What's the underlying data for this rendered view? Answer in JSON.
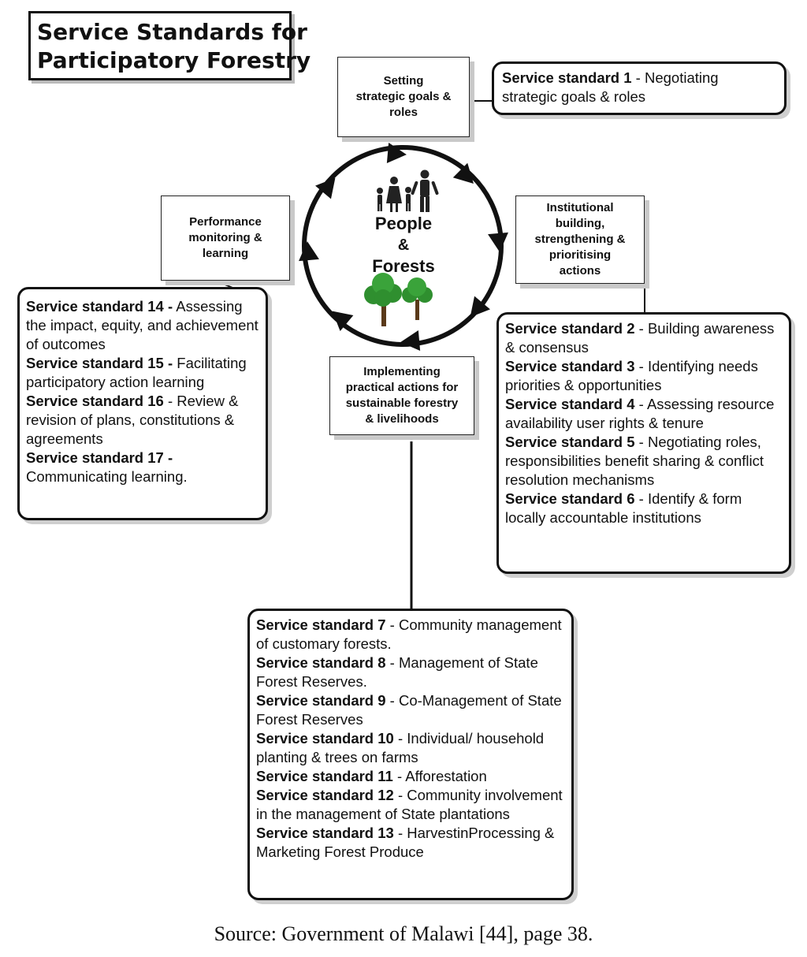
{
  "title": {
    "line1": "Service Standards for",
    "line2": "Participatory Forestry"
  },
  "cycle": {
    "center": {
      "people": "People",
      "amp": "&",
      "forests": "Forests"
    },
    "stages": {
      "top": [
        "Setting",
        "strategic goals &",
        "roles"
      ],
      "right": [
        "Institutional",
        "building,",
        "strengthening &",
        "prioritising",
        "actions"
      ],
      "bottom": [
        "Implementing",
        "practical actions for",
        "sustainable forestry",
        "& livelihoods"
      ],
      "left": [
        "Performance",
        "monitoring &",
        "learning"
      ]
    }
  },
  "boxes": {
    "top_right": [
      {
        "bold": "Service standard 1",
        "text": " - Negotiating strategic goals & roles"
      }
    ],
    "right": [
      {
        "bold": "Service standard 2",
        "text": " - Building awareness & consensus"
      },
      {
        "bold": "Service standard 3",
        "text": " - Identifying needs priorities & opportunities"
      },
      {
        "bold": "Service standard 4",
        "text": " - Assessing resource availability user rights & tenure"
      },
      {
        "bold": "Service standard 5",
        "text": " - Negotiating roles, responsibilities benefit sharing & conflict resolution mechanisms"
      },
      {
        "bold": "Service standard 6",
        "text": " - Identify & form locally accountable institutions"
      }
    ],
    "left": [
      {
        "bold": "Service standard 14 -",
        "text": " Assessing the impact, equity, and achievement of outcomes"
      },
      {
        "bold": "Service standard 15 -",
        "text": " Facilitating participatory action learning"
      },
      {
        "bold": "Service standard 16",
        "text": " - Review & revision of plans, constitutions & agreements"
      },
      {
        "bold": "Service standard 17 -",
        "text": " Communicating learning."
      }
    ],
    "bottom": [
      {
        "bold": "Service standard 7",
        "text": " - Community management of customary forests."
      },
      {
        "bold": "Service standard 8",
        "text": " - Management of State Forest Reserves."
      },
      {
        "bold": "Service standard 9",
        "text": " - Co-Management of State Forest Reserves"
      },
      {
        "bold": "Service standard 10",
        "text": " - Individual/ household planting & trees on farms"
      },
      {
        "bold": "Service standard 11",
        "text": " - Afforestation"
      },
      {
        "bold": "Service standard 12",
        "text": " - Community involvement in the management of State plantations"
      },
      {
        "bold": "Service standard 13",
        "text": " - HarvestinProcessing & Marketing Forest Produce"
      }
    ]
  },
  "source": "Source: Government of Malawi [44], page 38."
}
